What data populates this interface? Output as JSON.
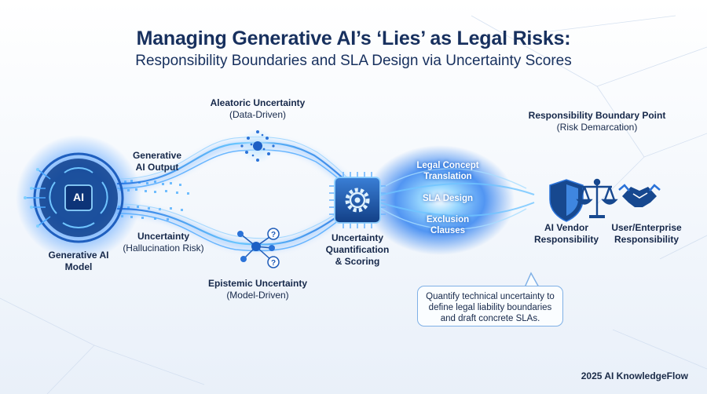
{
  "title": "Managing Generative AI’s ‘Lies’ as Legal Risks:",
  "subtitle": "Responsibility Boundaries and SLA Design via Uncertainty Scores",
  "ai_model": {
    "chip": "AI",
    "line1": "Generative AI",
    "line2": "Model"
  },
  "output_label": {
    "line1": "Generative",
    "line2": "AI Output"
  },
  "uncertainty_label": {
    "line1": "Uncertainty",
    "line2": "(Hallucination Risk)"
  },
  "aleatoric": {
    "line1": "Aleatoric Uncertainty",
    "line2": "(Data-Driven)"
  },
  "epistemic": {
    "line1": "Epistemic Uncertainty",
    "line2": "(Model-Driven)"
  },
  "quantification": {
    "line1": "Uncertainty",
    "line2": "Quantification",
    "line3": "& Scoring"
  },
  "legal_items": {
    "translation": {
      "line1": "Legal Concept",
      "line2": "Translation"
    },
    "sla": "SLA Design",
    "exclusion": {
      "line1": "Exclusion",
      "line2": "Clauses"
    }
  },
  "boundary": {
    "line1": "Responsibility Boundary Point",
    "line2": "(Risk Demarcation)"
  },
  "vendor": {
    "line1": "AI Vendor",
    "line2": "Responsibility"
  },
  "user": {
    "line1": "User/Enterprise",
    "line2": "Responsibility"
  },
  "callout": {
    "line1": "Quantify technical uncertainty to",
    "line2": "define legal liability boundaries",
    "line3": "and draft concrete SLAs."
  },
  "footer": "2025 AI KnowledgeFlow",
  "colors": {
    "title": "#17305e",
    "glow": "#2f8cff",
    "accent": "#1e6fd9",
    "icon_dark": "#17488f"
  }
}
